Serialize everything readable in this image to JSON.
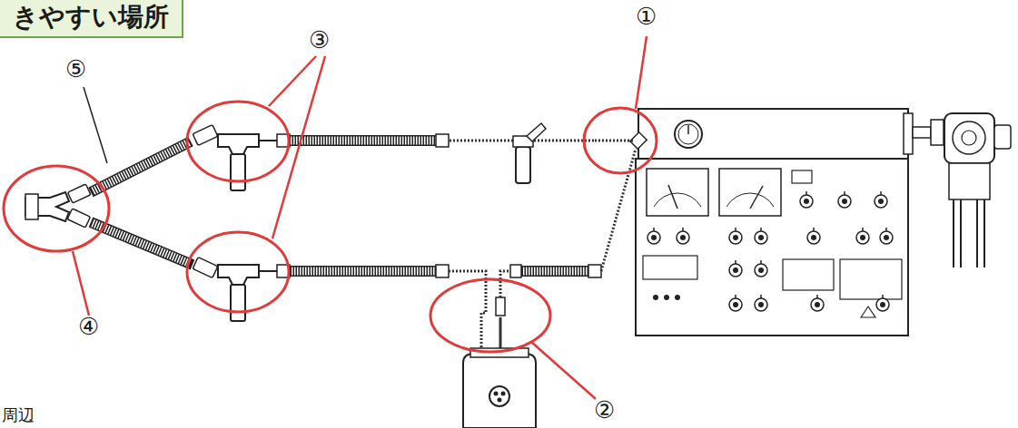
{
  "diagram": {
    "nodes": [
      {
        "text": [
          "きやすい場所"
        ]
      }
    ],
    "labels": [
      "①",
      "②",
      "③",
      "④",
      "⑤",
      "周辺"
    ]
  }
}
